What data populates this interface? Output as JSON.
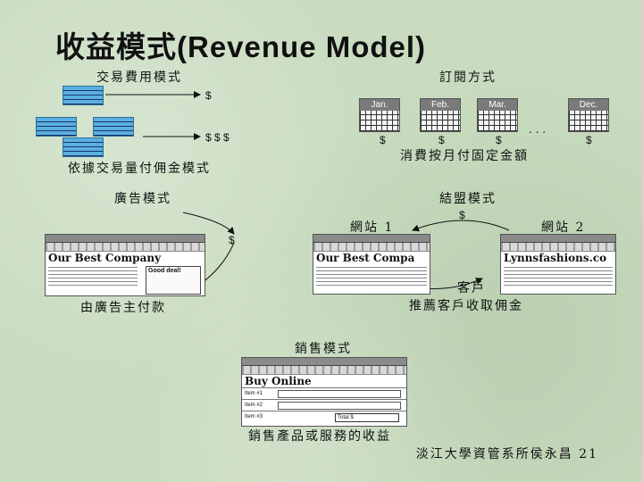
{
  "slide": {
    "title_zh": "收益模式",
    "title_en": "(Revenue Model)",
    "footer": "淡江大學資管系所侯永昌 21"
  },
  "transaction_model": {
    "heading": "交易費用模式",
    "single_amount": "$",
    "triple_amount": "$ $ $",
    "caption": "依據交易量付佣金模式"
  },
  "subscription_model": {
    "heading": "訂閱方式",
    "months": [
      "Jan.",
      "Feb.",
      "Mar.",
      "Dec."
    ],
    "ellipsis": ". . .",
    "amount": "$",
    "caption": "消費按月付固定金額"
  },
  "advertising_model": {
    "heading": "廣告模式",
    "amount": "$",
    "site_title": "Our Best Company",
    "ad_text": "Good deal!",
    "caption": "由廣告主付款"
  },
  "affiliate_model": {
    "heading": "結盟模式",
    "amount": "$",
    "site1_label": "網站 1",
    "site2_label": "網站 2",
    "site1_title": "Our Best Compa",
    "site2_title": "Lynnsfashions.co",
    "customer_label": "客戶",
    "caption": "推薦客戶收取佣金"
  },
  "sales_model": {
    "heading": "銷售模式",
    "site_title": "Buy Online",
    "items": [
      "Item #1",
      "Item #2",
      "Item #3"
    ],
    "total_label": "Total $",
    "caption": "銷售產品或服務的收益"
  },
  "colors": {
    "background": "#c9dcc0",
    "wave": "#5ab0e0",
    "ink": "#111111"
  }
}
